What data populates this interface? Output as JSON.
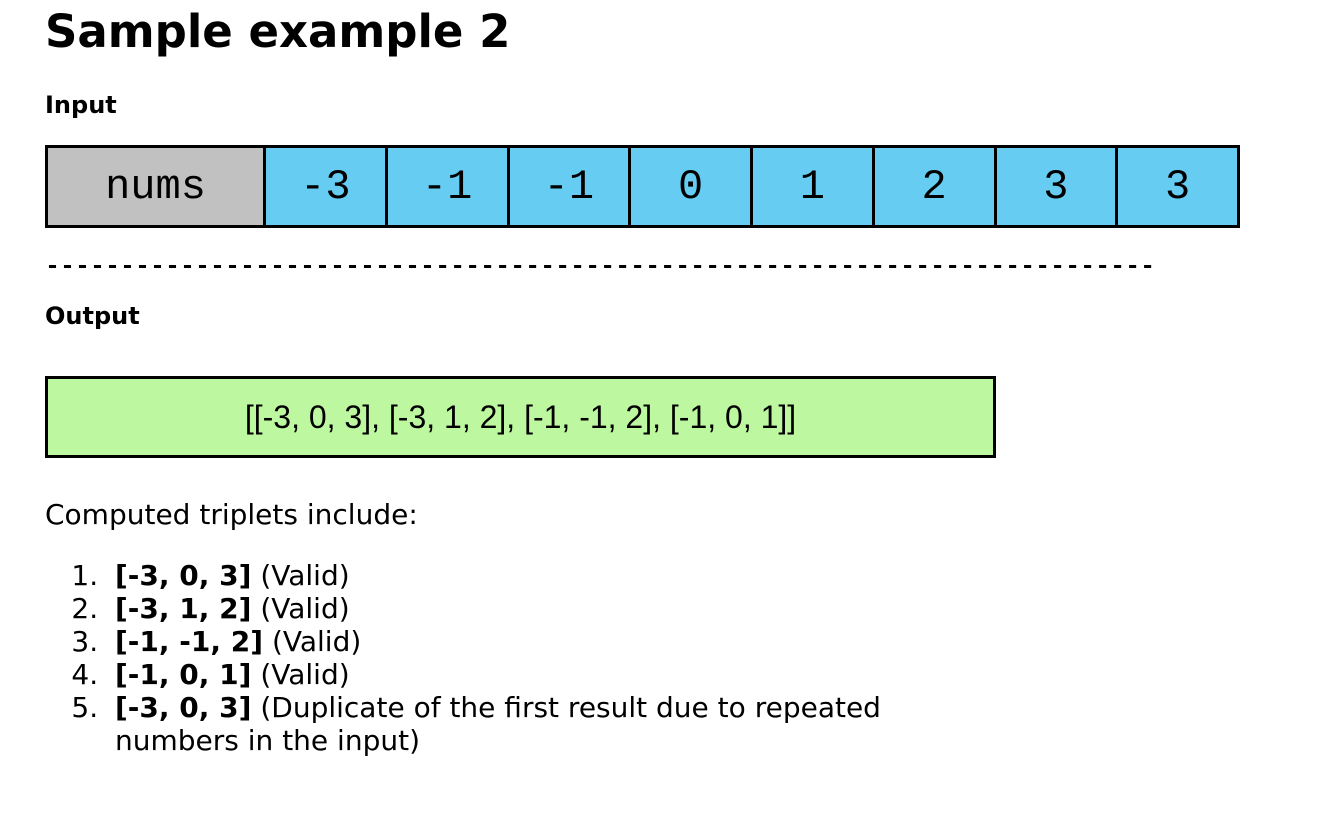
{
  "title": "Sample example 2",
  "sections": {
    "input_label": "Input",
    "output_label": "Output"
  },
  "input_table": {
    "row_label": "nums",
    "values": [
      "-3",
      "-1",
      "-1",
      "0",
      "1",
      "2",
      "3",
      "3"
    ]
  },
  "divider_dashes": "--------------------------------------------------------------------------",
  "output_box": {
    "text": "[[-3, 0, 3], [-3, 1, 2], [-1, -1, 2], [-1, 0, 1]]"
  },
  "description": "Computed triplets include:",
  "triplet_list": {
    "items": [
      {
        "triplet": "[-3, 0, 3]",
        "note": "(Valid)"
      },
      {
        "triplet": "[-3, 1, 2]",
        "note": "(Valid)"
      },
      {
        "triplet": "[-1, -1, 2]",
        "note": "(Valid)"
      },
      {
        "triplet": "[-1, 0, 1]",
        "note": "(Valid)"
      },
      {
        "triplet": "[-3, 0, 3]",
        "note": "(Duplicate of the first result due to repeated numbers in the input)"
      }
    ]
  },
  "colors": {
    "array_label_bg": "#c1c1c1",
    "array_value_bg": "#66ccf2",
    "output_bg": "#bdf8a0",
    "border": "#000000"
  }
}
